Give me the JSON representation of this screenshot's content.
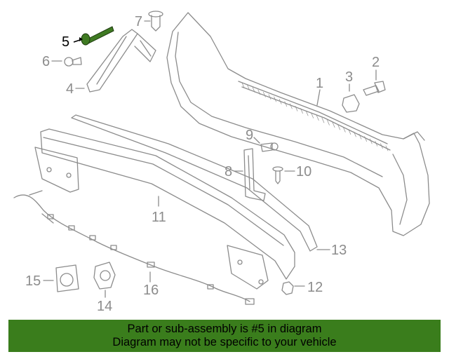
{
  "callouts": {
    "c1": "1",
    "c2": "2",
    "c3": "3",
    "c4": "4",
    "c5": "5",
    "c6": "6",
    "c7": "7",
    "c8": "8",
    "c9": "9",
    "c10": "10",
    "c11": "11",
    "c12": "12",
    "c13": "13",
    "c14": "14",
    "c15": "15",
    "c16": "16"
  },
  "highlighted_part": "5",
  "banner": {
    "line1": "Part or sub-assembly is #5 in diagram",
    "line2": "Diagram may not be specific to your vehicle"
  },
  "colors": {
    "line": "#8c8c8c",
    "highlight_part": "#3f7a22",
    "banner_background": "#3a7d1c"
  }
}
